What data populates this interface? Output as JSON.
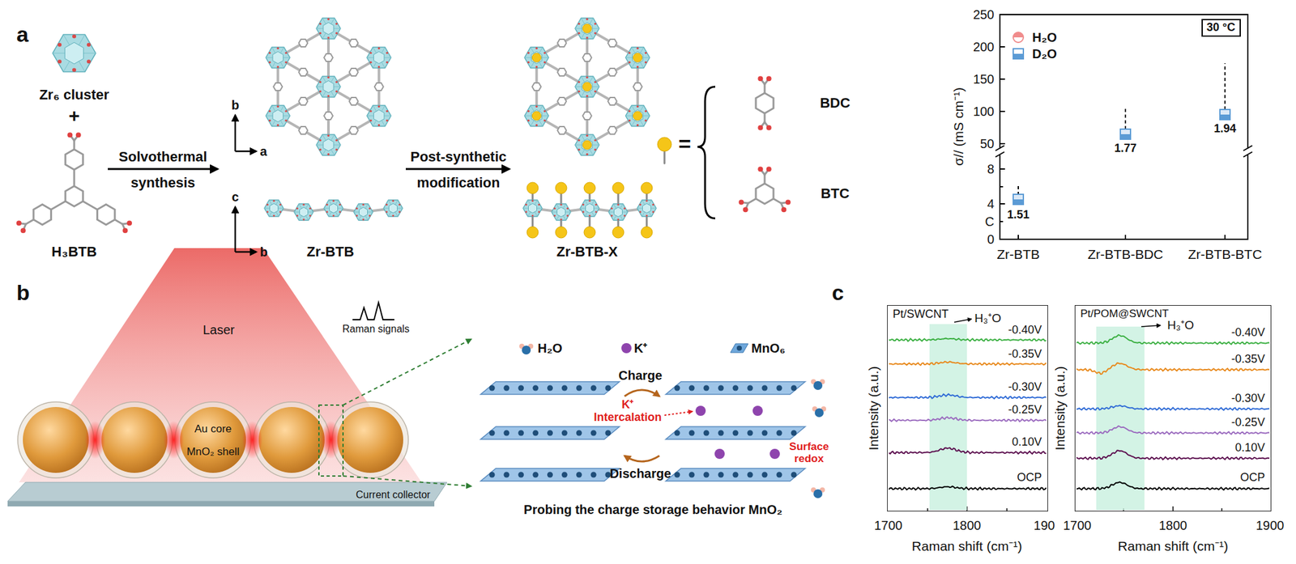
{
  "diagram": {
    "nodes": [
      {
        "text": [
          "30 °C"
        ]
      },
      {
        "text": [
          "Pt/SWCNT"
        ]
      },
      {
        "text": [
          "Pt/POM@SWCNT"
        ]
      }
    ],
    "labels": [
      "a",
      "Zr₆ cluster",
      "+",
      "H₃BTB",
      "Solvothermal",
      "synthesis",
      "b",
      "a",
      "c",
      "b",
      "Zr-BTB",
      "Post-synthetic",
      "modification",
      "Zr-BTB-X",
      "=",
      "BDC",
      "BTC",
      "σ// (mS cm⁻¹)",
      "250",
      "200",
      "150",
      "100",
      "50",
      "8",
      "4",
      "C",
      "0",
      "1.51",
      "1.77",
      "1.94",
      "Zr-BTB",
      "Zr-BTB-BDC",
      "Zr-BTB-BTC",
      "b",
      "Laser",
      "Raman signals",
      "Au core",
      "MnO₂ shell",
      "Current collector",
      "H₂O",
      "K⁺",
      "MnO₆",
      "Charge",
      "K⁺ Intercalation",
      "Discharge",
      "Surface redox",
      "Probing the charge storage behavior MnO₂",
      "c",
      "H₃⁺O",
      "-0.40V",
      "-0.35V",
      "-0.30V",
      "-0.25V",
      "0.10V",
      "OCP",
      "Intensity (a.u.)",
      "1700",
      "1800",
      "190",
      "Raman shift (cm⁻¹)",
      "H₃⁺O",
      "-0.40V",
      "-0.35V",
      "-0.30V",
      "-0.25V",
      "0.10V",
      "OCP",
      "Intensity (a.u.)",
      "1700",
      "1800",
      "1900",
      "Raman shift (cm⁻¹)"
    ],
    "legend": [
      {
        "text": "H₂O",
        "color": "#f08c8c"
      },
      {
        "text": "D₂O",
        "color": "#5b9bd5"
      }
    ]
  }
}
